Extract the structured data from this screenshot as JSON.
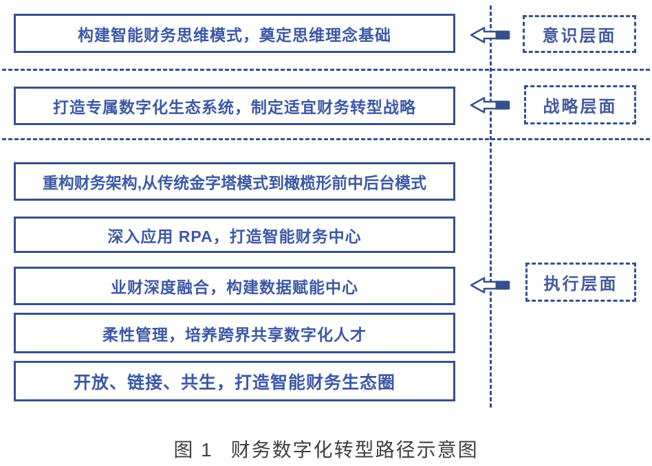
{
  "figure": {
    "caption": {
      "prefix": "图 1",
      "text": "财务数字化转型路径示意图"
    }
  },
  "sections": [
    {
      "label": "意识层面",
      "boxes": [
        "构建智能财务思维模式，奠定思维理念基础"
      ]
    },
    {
      "label": "战略层面",
      "boxes": [
        "打造专属数字化生态系统，制定适宜财务转型战略"
      ]
    },
    {
      "label": "执行层面",
      "boxes": [
        "重构财务架构,从传统金字塔模式到橄榄形前中后台模式",
        "深入应用 RPA，打造智能财务中心",
        "业财深度融合，构建数据赋能中心",
        "柔性管理，培养跨界共享数字化人才",
        "开放、链接、共生，打造智能财务生态圈"
      ]
    }
  ],
  "icons": {
    "arrow": "left-block-arrow"
  },
  "colors": {
    "line_blue": "#36508c",
    "box_text_blue": "#3c58a6",
    "label_text_blue": "#44589d",
    "caption_gray": "#3f3f42"
  }
}
